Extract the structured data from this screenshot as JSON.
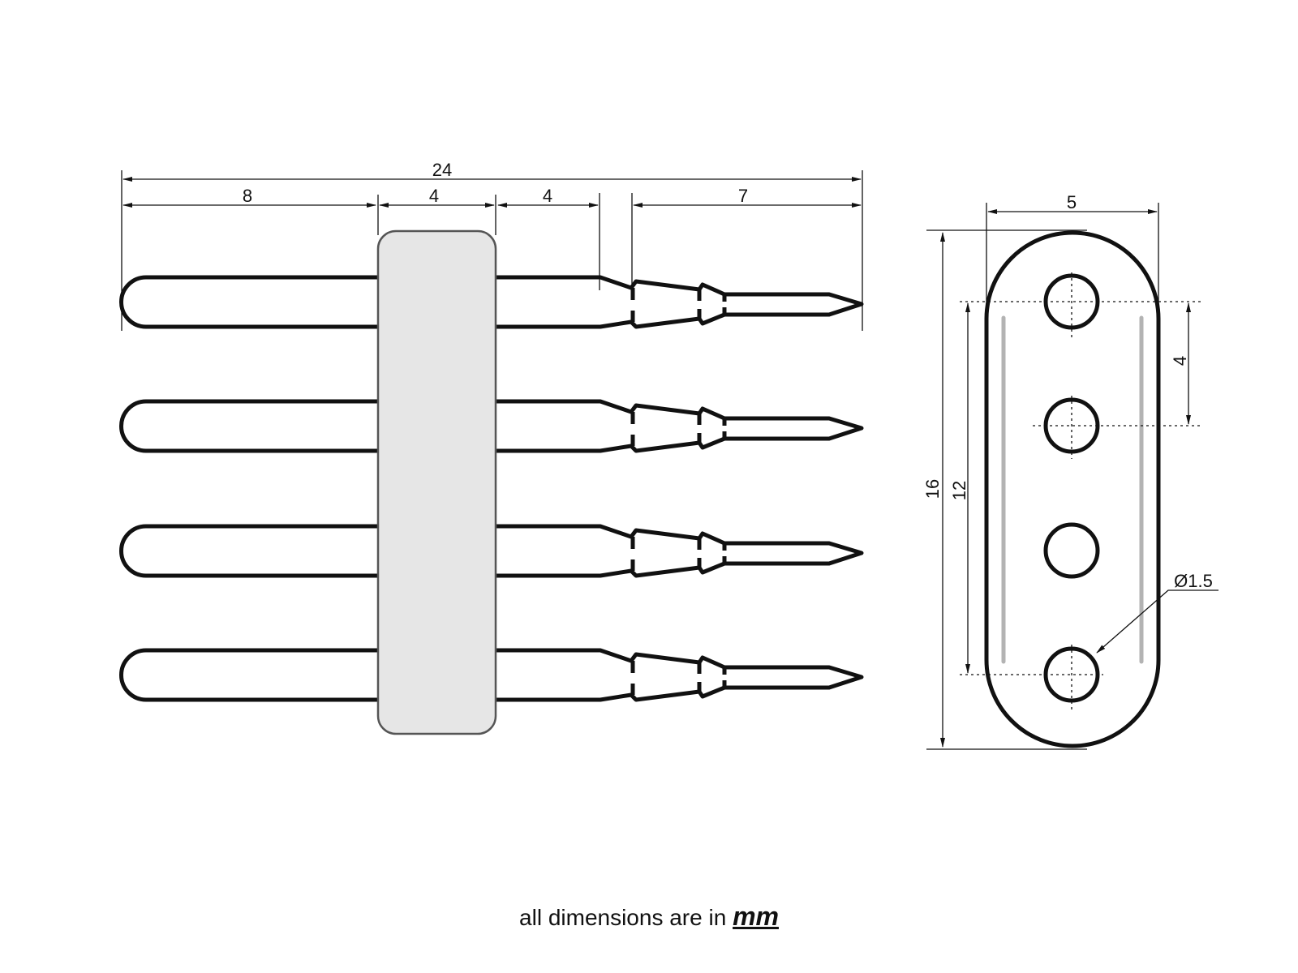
{
  "dimensions": {
    "overall_length": "24",
    "tail_length": "8",
    "housing_width": "4",
    "shank_length": "4",
    "tip_length": "7",
    "side_width": "5",
    "side_height": "16",
    "hole_span": "12",
    "pitch": "4",
    "hole_diameter": "Ø1.5"
  },
  "footer": {
    "text": "all dimensions are in ",
    "unit": "mm"
  },
  "pin_count": 4,
  "colors": {
    "housing": "#e6e6e6",
    "line": "#111111",
    "rib": "#b3b3b3"
  }
}
